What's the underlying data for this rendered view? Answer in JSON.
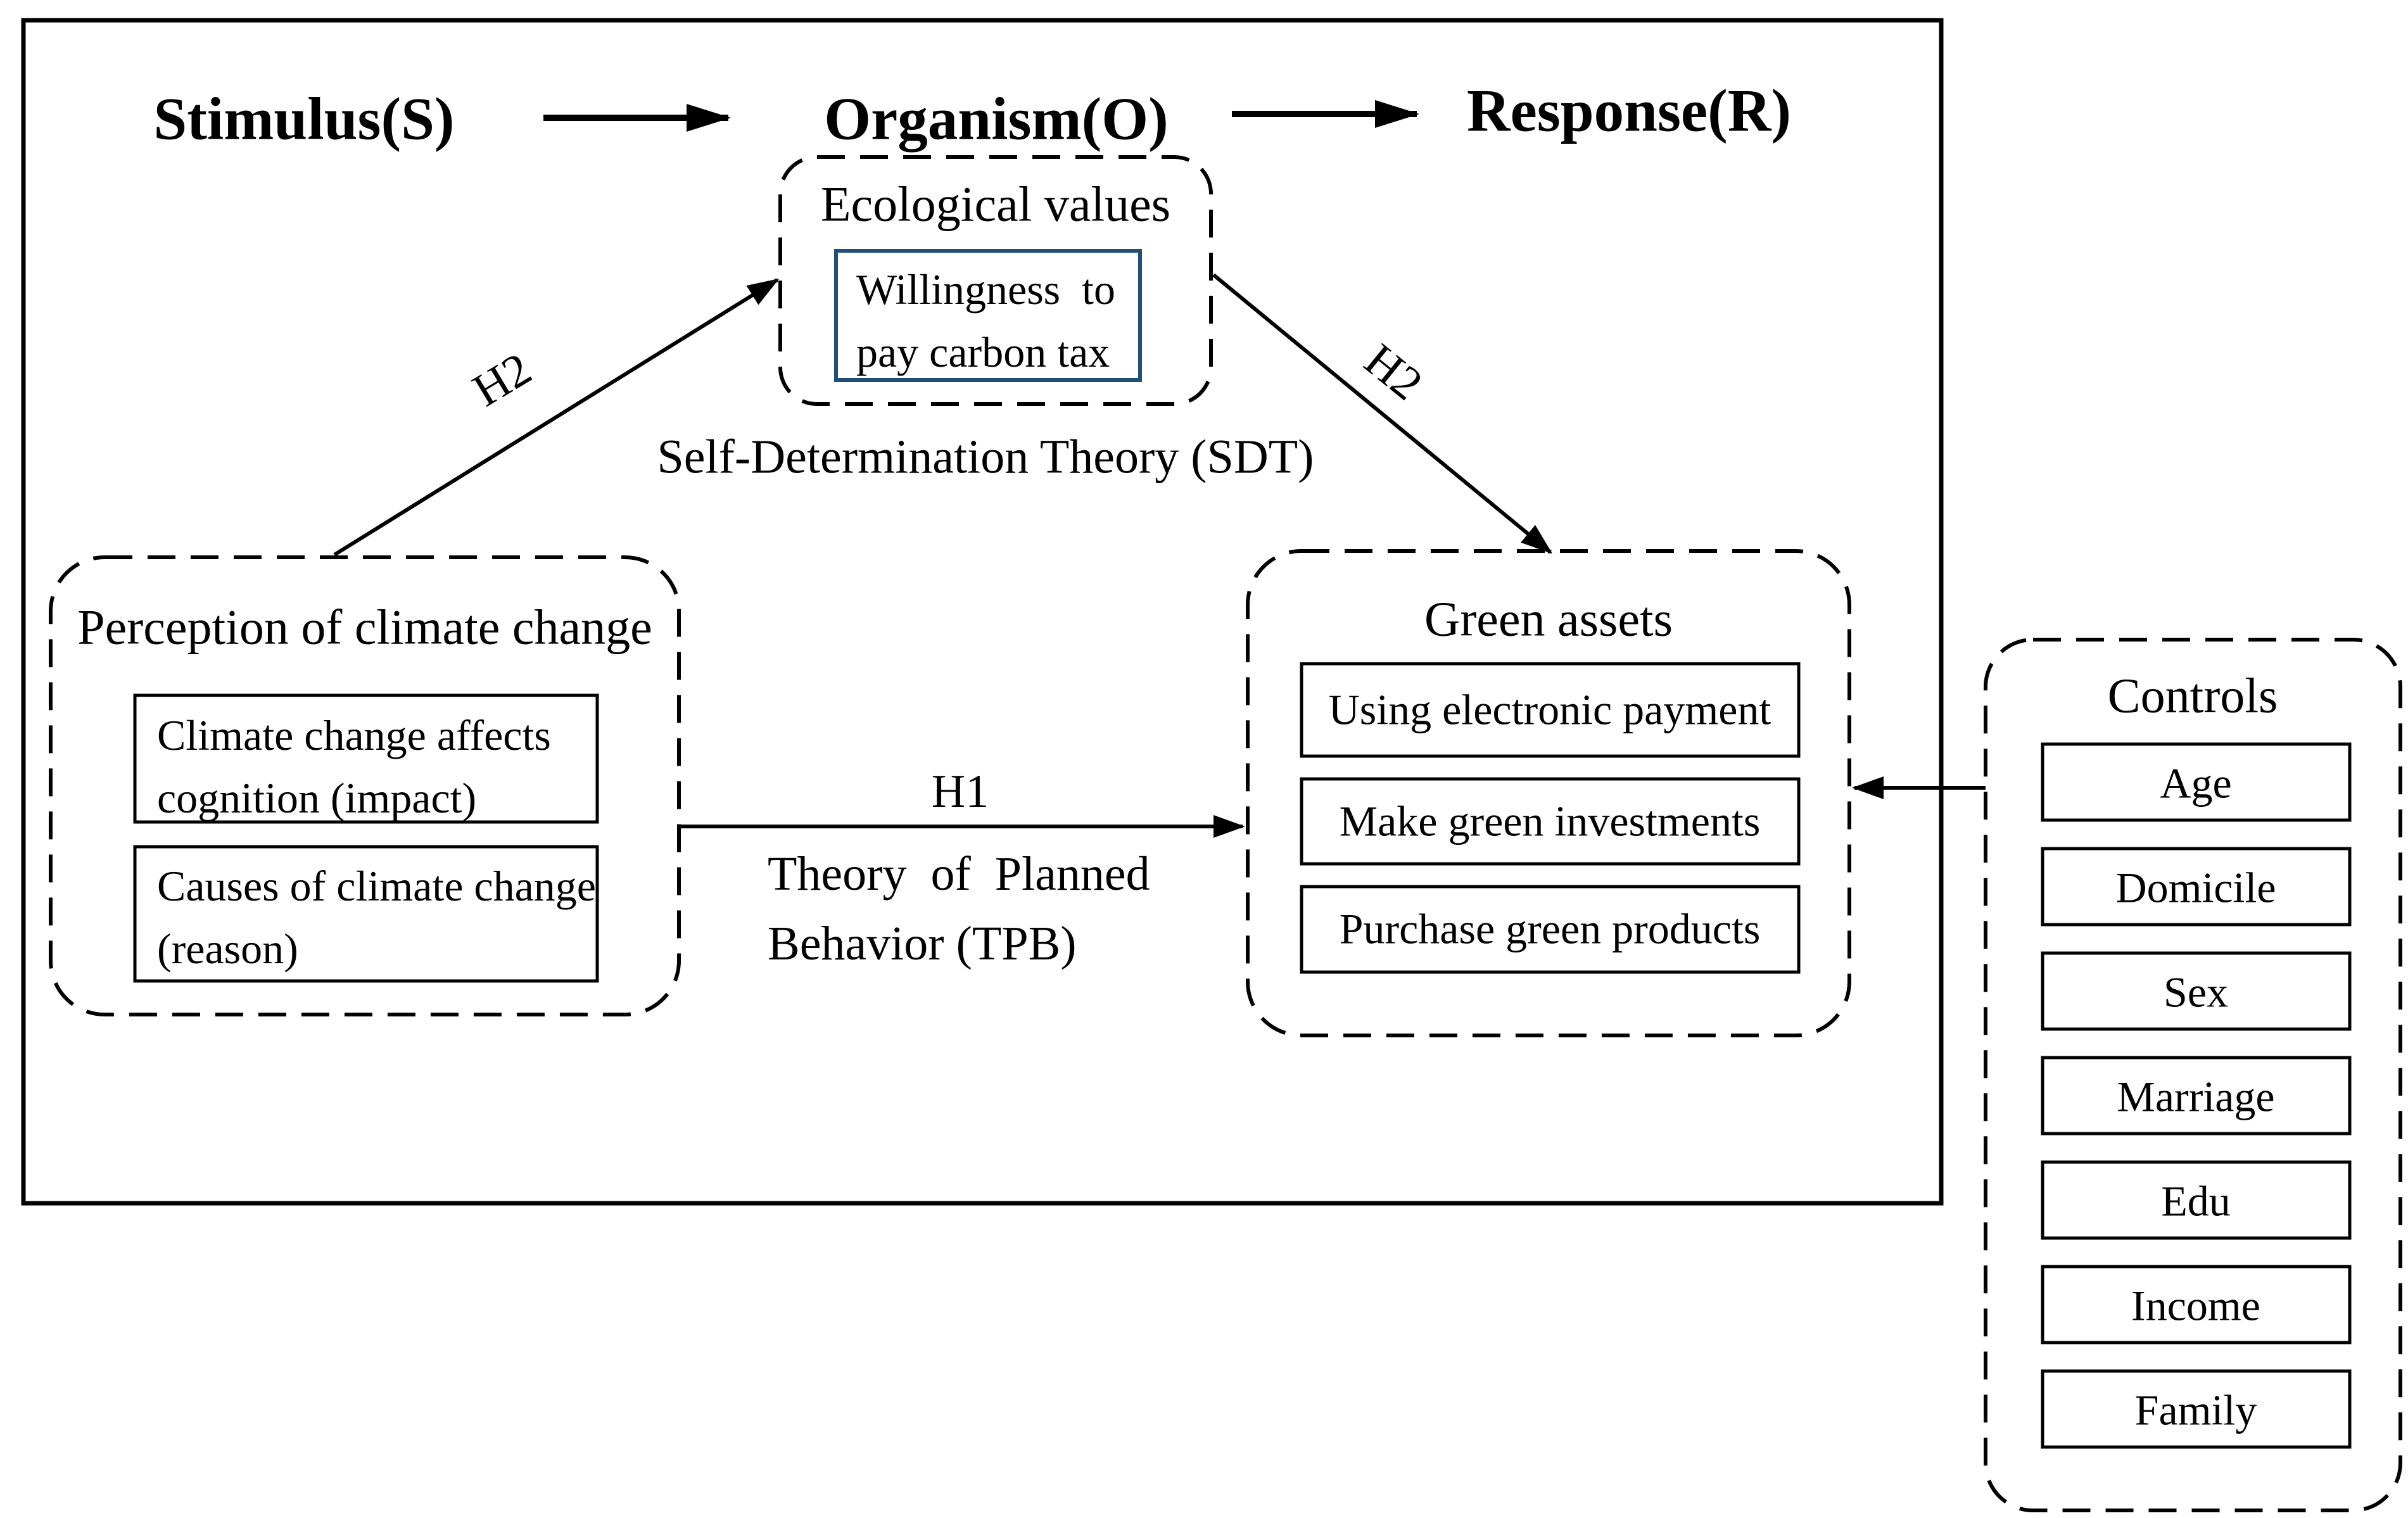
{
  "diagram": {
    "sor_header": {
      "stimulus": "Stimulus(S)",
      "organism": "Organism(O)",
      "response": "Response(R)"
    },
    "ecological_values": {
      "title": "Ecological values",
      "indicator": "Willingness  to\npay carbon tax",
      "theory": "Self-Determination Theory (SDT)"
    },
    "perception": {
      "title": "Perception of climate change",
      "indicators": [
        "Climate change affects\ncognition (impact)",
        "Causes of climate change\n(reason)"
      ]
    },
    "green_assets": {
      "title": "Green assets",
      "indicators": [
        "Using electronic payment",
        "Make green investments",
        "Purchase green products"
      ]
    },
    "controls": {
      "title": "Controls",
      "items": [
        "Age",
        "Domicile",
        "Sex",
        "Marriage",
        "Edu",
        "Income",
        "Family"
      ]
    },
    "hypotheses": {
      "h1": "H1",
      "h2_left": "H2",
      "h2_right": "H2",
      "tpb": "Theory  of  Planned\nBehavior (TPB)"
    },
    "colors": {
      "line": "#000000",
      "indicator_border": "#1f4e79"
    }
  }
}
